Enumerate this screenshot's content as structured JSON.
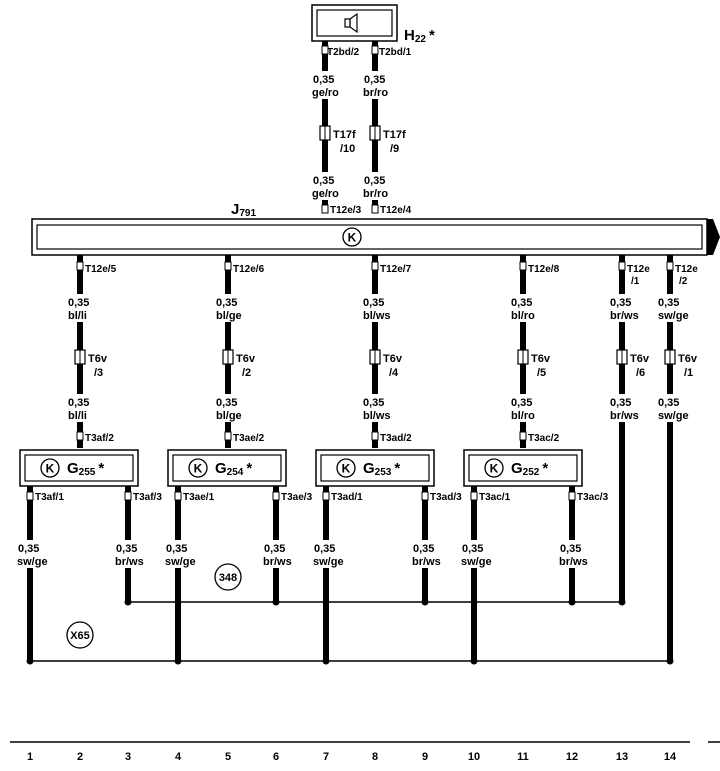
{
  "speaker": {
    "name": "H",
    "sub": "22",
    "star": "*",
    "pin_left": "T2bd/2",
    "pin_right": "T2bd/1"
  },
  "top_wires": [
    {
      "size1": "0,35",
      "color1": "ge/ro",
      "conn": "T17f",
      "conn_pin": "/10",
      "size2": "0,35",
      "color2": "ge/ro",
      "ecu_pin": "T12e/3"
    },
    {
      "size1": "0,35",
      "color1": "br/ro",
      "conn": "T17f",
      "conn_pin": "/9",
      "size2": "0,35",
      "color2": "br/ro",
      "ecu_pin": "T12e/4"
    }
  ],
  "ecu": {
    "name": "J",
    "sub": "791",
    "symbol": "K"
  },
  "lower_wires": [
    {
      "pin": "T12e/5",
      "size1": "0,35",
      "color1": "bl/li",
      "conn": "T6v",
      "conn_pin": "/3",
      "size2": "0,35",
      "color2": "bl/li",
      "sensor_pin": "T3af/2"
    },
    {
      "pin": "T12e/6",
      "size1": "0,35",
      "color1": "bl/ge",
      "conn": "T6v",
      "conn_pin": "/2",
      "size2": "0,35",
      "color2": "bl/ge",
      "sensor_pin": "T3ae/2"
    },
    {
      "pin": "T12e/7",
      "size1": "0,35",
      "color1": "bl/ws",
      "conn": "T6v",
      "conn_pin": "/4",
      "size2": "0,35",
      "color2": "bl/ws",
      "sensor_pin": "T3ad/2"
    },
    {
      "pin": "T12e/8",
      "size1": "0,35",
      "color1": "bl/ro",
      "conn": "T6v",
      "conn_pin": "/5",
      "size2": "0,35",
      "color2": "bl/ro",
      "sensor_pin": "T3ac/2"
    },
    {
      "pin": "T12e",
      "pin2": "/1",
      "size1": "0,35",
      "color1": "br/ws",
      "conn": "T6v",
      "conn_pin": "/6",
      "size2": "0,35",
      "color2": "br/ws"
    },
    {
      "pin": "T12e",
      "pin2": "/2",
      "size1": "0,35",
      "color1": "sw/ge",
      "conn": "T6v",
      "conn_pin": "/1",
      "size2": "0,35",
      "color2": "sw/ge"
    }
  ],
  "sensors": [
    {
      "name": "G",
      "sub": "255",
      "star": "*",
      "symbol": "K",
      "pin_l": "T3af/1",
      "pin_r": "T3af/3",
      "size_l": "0,35",
      "color_l": "sw/ge",
      "size_r": "0,35",
      "color_r": "br/ws"
    },
    {
      "name": "G",
      "sub": "254",
      "star": "*",
      "symbol": "K",
      "pin_l": "T3ae/1",
      "pin_r": "T3ae/3",
      "size_l": "0,35",
      "color_l": "sw/ge",
      "size_r": "0,35",
      "color_r": "br/ws"
    },
    {
      "name": "G",
      "sub": "253",
      "star": "*",
      "symbol": "K",
      "pin_l": "T3ad/1",
      "pin_r": "T3ad/3",
      "size_l": "0,35",
      "color_l": "sw/ge",
      "size_r": "0,35",
      "color_r": "br/ws"
    },
    {
      "name": "G",
      "sub": "252",
      "star": "*",
      "symbol": "K",
      "pin_l": "T3ac/1",
      "pin_r": "T3ac/3",
      "size_l": "0,35",
      "color_l": "sw/ge",
      "size_r": "0,35",
      "color_r": "br/ws"
    }
  ],
  "splices": [
    {
      "label": "348"
    },
    {
      "label": "X65"
    }
  ],
  "columns": [
    "1",
    "2",
    "3",
    "4",
    "5",
    "6",
    "7",
    "8",
    "9",
    "10",
    "11",
    "12",
    "13",
    "14"
  ]
}
